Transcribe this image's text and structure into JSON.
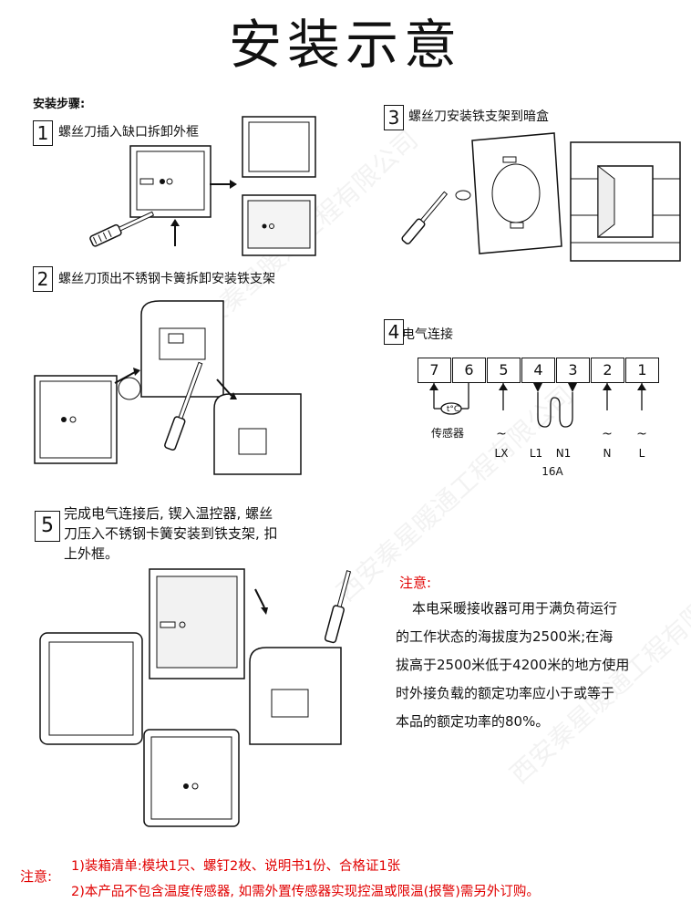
{
  "title": "安装示意",
  "steps_heading": "安装步骤:",
  "steps": [
    {
      "num": "1",
      "caption": "螺丝刀插入缺口拆卸外框"
    },
    {
      "num": "2",
      "caption": "螺丝刀顶出不锈钢卡簧拆卸安装铁支架"
    },
    {
      "num": "3",
      "caption": "螺丝刀安装铁支架到暗盒"
    },
    {
      "num": "4",
      "caption": "电气连接"
    },
    {
      "num": "5",
      "caption_lines": [
        "完成电气连接后, 锲入温控器, 螺丝",
        "刀压入不锈钢卡簧安装到铁支架, 扣",
        "上外框。"
      ]
    }
  ],
  "wiring": {
    "terminals": [
      "7",
      "6",
      "5",
      "4",
      "3",
      "2",
      "1"
    ],
    "sensor_symbol": "t°C",
    "sensor_label": "传感器",
    "labels": [
      "~",
      "LX",
      "L1",
      "N1",
      "~",
      "N",
      "~",
      "L"
    ],
    "load_rating": "16A"
  },
  "notice": {
    "heading": "注意:",
    "body_lines": [
      "本电采暖接收器可用于满负荷运行",
      "的工作状态的海拔度为2500米;在海",
      "拔高于2500米低于4200米的地方使用",
      "时外接负载的额定功率应小于或等于",
      "本品的额定功率的80%。"
    ]
  },
  "footer": {
    "label": "注意:",
    "line1": "1)装箱清单:模块1只、螺钉2枚、说明书1份、合格证1张",
    "line2": "2)本产品不包含温度传感器, 如需外置传感器实现控温或限温(报警)需另外订购。"
  },
  "watermark": "西安秦星暖通工程有限公司",
  "colors": {
    "accent_red": "#e10000",
    "ink": "#111111"
  }
}
